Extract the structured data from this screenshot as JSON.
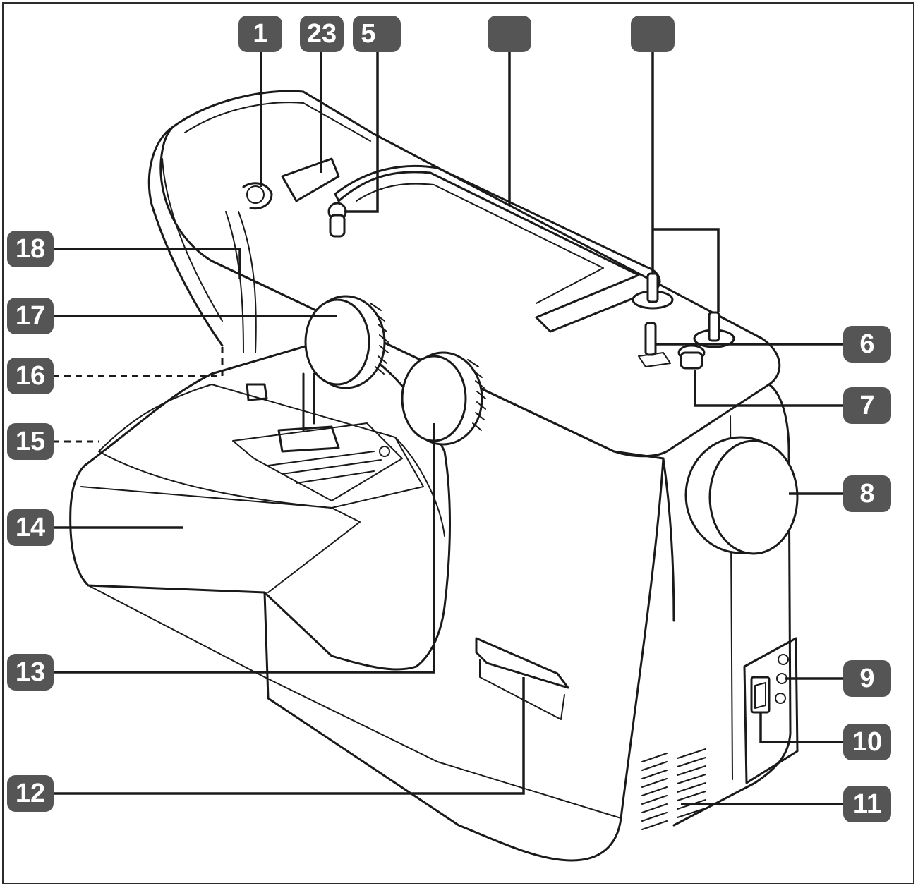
{
  "callouts": {
    "c1": "1",
    "c2": "23",
    "c5": "5",
    "c_top_a": "",
    "c_top_b": "",
    "c6": "6",
    "c7": "7",
    "c8": "8",
    "c9": "9",
    "c10": "10",
    "c11": "11",
    "c12": "12",
    "c13": "13",
    "c14": "14",
    "c15": "15",
    "c16": "16",
    "c17": "17",
    "c18": "18"
  },
  "colors": {
    "badge": "#555555",
    "badge_text": "#ffffff",
    "line": "#1a1a1a",
    "background": "#ffffff"
  }
}
